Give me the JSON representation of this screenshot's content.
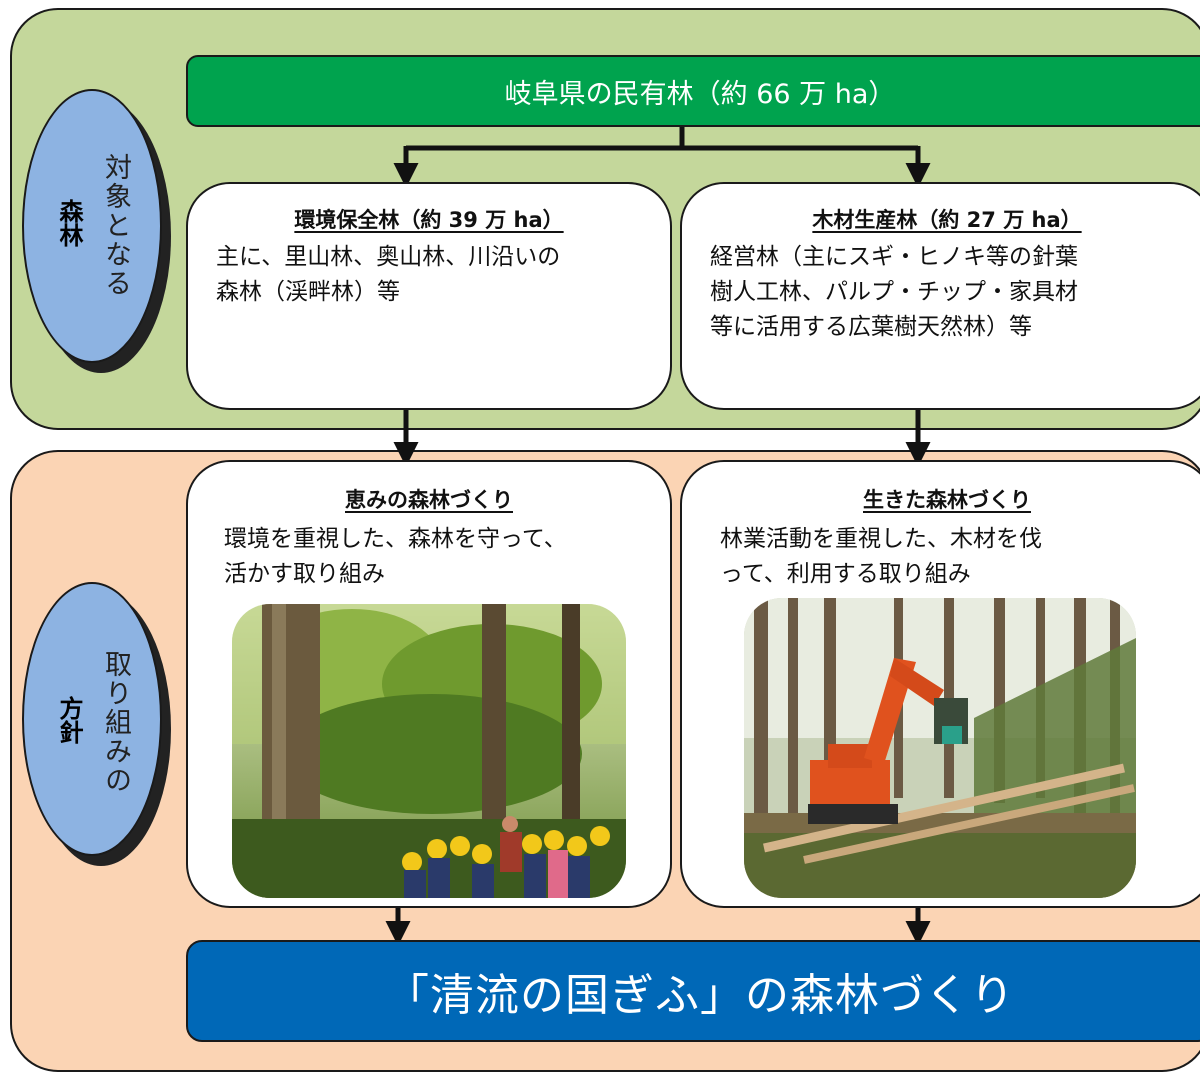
{
  "top_section": {
    "label_light": "対象となる",
    "label_bold": "森林",
    "header": "岐阜県の民有林（約 66 万 ha）",
    "boxes": [
      {
        "title": "環境保全林（約 39 万 ha）",
        "body": "主に、里山林、奥山林、川沿いの\n森林（渓畔林）等"
      },
      {
        "title": "木材生産林（約 27 万 ha）",
        "body": "経営林（主にスギ・ヒノキ等の針葉\n樹人工林、パルプ・チップ・家具材\n等に活用する広葉樹天然林）等"
      }
    ]
  },
  "bottom_section": {
    "label_light": "取り組みの",
    "label_bold": "方針",
    "boxes": [
      {
        "title": "恵みの森林づくり",
        "body": "環境を重視した、森林を守って、\n活かす取り組み",
        "photo": "children-in-forest-photo"
      },
      {
        "title": "生きた森林づくり",
        "body": "林業活動を重視した、木材を伐\nって、利用する取り組み",
        "photo": "forestry-harvester-photo"
      }
    ],
    "footer": "「清流の国ぎふ」の森林づくり"
  },
  "colors": {
    "panel_top": "#c4d79b",
    "panel_bottom": "#fbd4b4",
    "ellipse": "#8db3e2",
    "header_bar": "#00a34e",
    "footer_bar": "#0068b7"
  }
}
